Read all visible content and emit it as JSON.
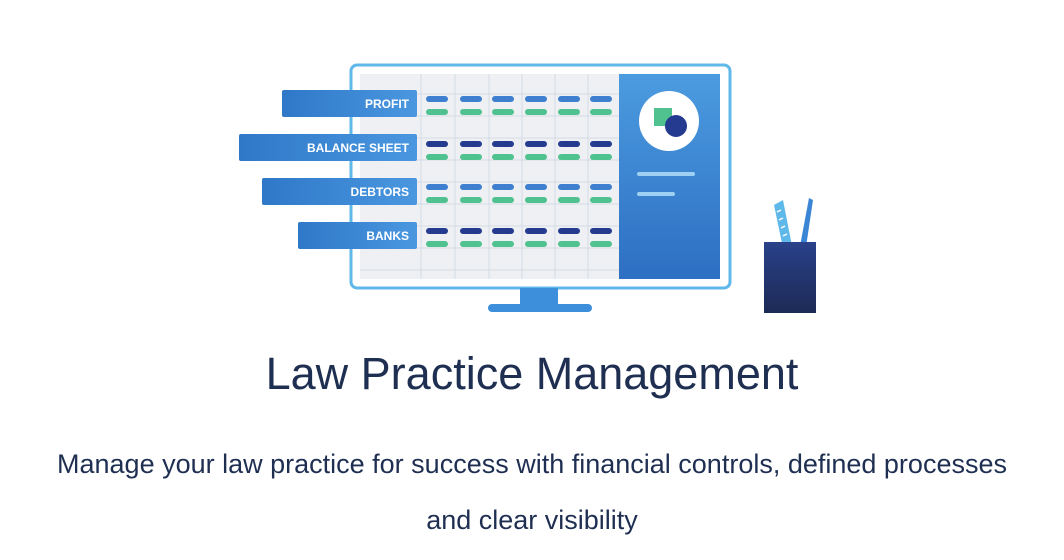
{
  "illustration": {
    "labels": [
      "PROFIT",
      "BALANCE SHEET",
      "DEBTORS",
      "BANKS"
    ],
    "icons": {
      "monitor": "monitor-icon",
      "pencil_cup": "pencil-cup-icon",
      "shapes": "shapes-icon"
    },
    "colors": {
      "label_blue": "#3a86d4",
      "monitor_border": "#5fb8ea",
      "grid_bg": "#eef0f3",
      "dash_blue": "#3f7fd0",
      "dash_navy": "#243b8f",
      "dash_green": "#4fc28f",
      "panel_blue": "#3d8fdb",
      "cup_navy": "#24376f"
    }
  },
  "content": {
    "title": "Law Practice Management",
    "subtitle": "Manage your law practice for success with financial controls, defined processes and clear visibility"
  }
}
